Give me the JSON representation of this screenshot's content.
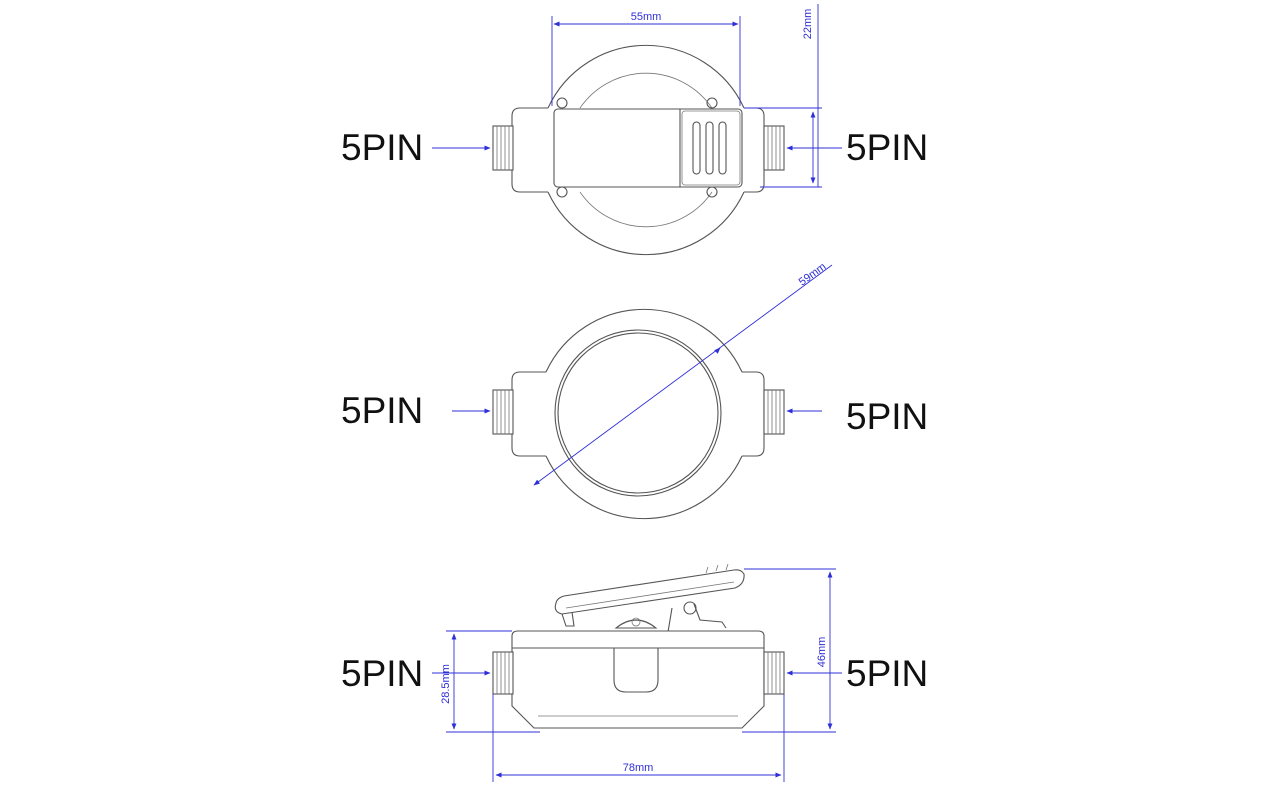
{
  "labels": {
    "top_left_connector": "5PIN",
    "top_right_connector": "5PIN",
    "mid_left_connector": "5PIN",
    "mid_right_connector": "5PIN",
    "bottom_left_connector": "5PIN",
    "bottom_right_connector": "5PIN"
  },
  "dimensions": {
    "top_width": "55mm",
    "top_height": "22mm",
    "diameter": "59mm",
    "left_height": "28.5mm",
    "right_height": "46mm",
    "total_width": "78mm"
  },
  "colors": {
    "dimension": "#2f2fd8",
    "outline": "#555555",
    "label": "#111111"
  }
}
